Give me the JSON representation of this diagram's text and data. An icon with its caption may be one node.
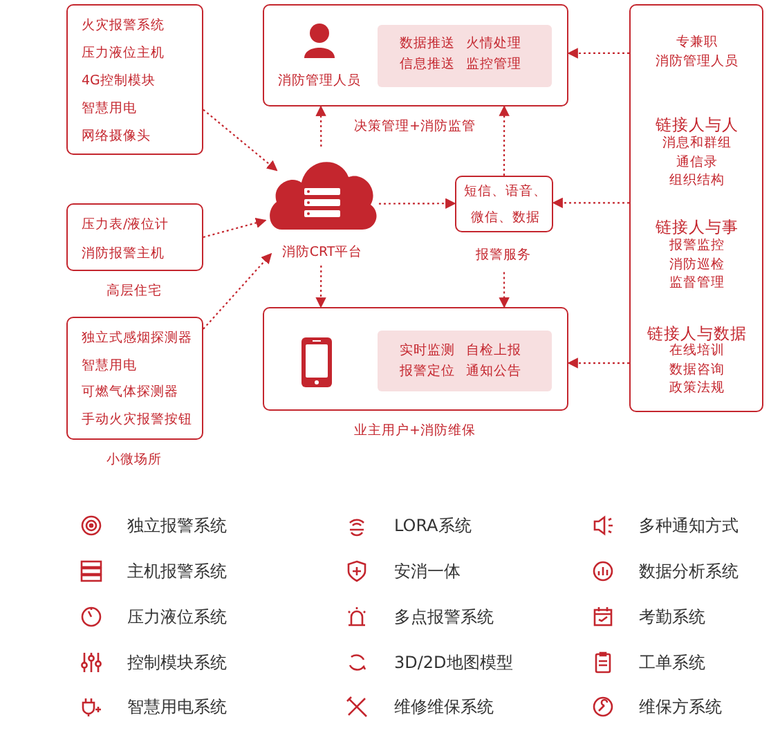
{
  "diagram": {
    "nodes": [
      {
        "text": [
          "火灾报警系统",
          "压力液位主机",
          "4G控制模块",
          "智慧用电",
          "网络摄像头"
        ]
      },
      {
        "text": [
          "压力表/液位计",
          "消防报警主机"
        ],
        "beside": [
          "高层住宅"
        ]
      },
      {
        "text": [
          "独立式感烟探测器",
          "智慧用电",
          "可燃气体探测器",
          "手动火灾报警按钮"
        ],
        "beside": [
          "小微场所"
        ]
      },
      {
        "text": [
          "消防CRT平台"
        ]
      },
      {
        "text": [
          "消防管理人员"
        ],
        "beside": [
          "决策管理+消防监管"
        ]
      },
      {
        "text": [
          "数据推送",
          "火情处理",
          "信息推送",
          "监控管理"
        ],
        "in": 4
      },
      {
        "text": [
          "短信、语音、",
          "微信、数据"
        ],
        "beside": [
          "报警服务"
        ]
      },
      {
        "text": [],
        "shape": "box",
        "beside": [
          "业主用户+消防维保"
        ]
      },
      {
        "text": [
          "实时监测",
          "自检上报",
          "报警定位",
          "通知公告"
        ],
        "in": 7
      },
      {
        "text": [
          "专兼职",
          "消防管理人员",
          "链接人与人",
          "消息和群组",
          "通信录",
          "组织结构",
          "链接人与事",
          "报警监控",
          "消防巡检",
          "监督管理",
          "链接人与数据",
          "在线培训",
          "数据咨询",
          "政策法规"
        ]
      }
    ],
    "edges": [
      {
        "from": 0,
        "to": 3,
        "arrow": "to"
      },
      {
        "from": 1,
        "to": 3,
        "arrow": "to"
      },
      {
        "from": 2,
        "to": 3,
        "arrow": "to"
      },
      {
        "from": 3,
        "to": 4,
        "arrow": "to"
      },
      {
        "from": 6,
        "to": 4,
        "arrow": "to"
      },
      {
        "from": 3,
        "to": 6,
        "arrow": "to"
      },
      {
        "from": 3,
        "to": 7,
        "arrow": "to"
      },
      {
        "from": 6,
        "to": 7,
        "arrow": "to"
      },
      {
        "from": 9,
        "to": 4,
        "arrow": "to"
      },
      {
        "from": 9,
        "to": 6,
        "arrow": "to"
      },
      {
        "from": 9,
        "to": 7,
        "arrow": "to"
      }
    ],
    "labels": [
      "独立报警系统",
      "LORA系统",
      "多种通知方式",
      "主机报警系统",
      "安消一体",
      "数据分析系统",
      "压力液位系统",
      "多点报警系统",
      "考勤系统",
      "控制模块系统",
      "3D/2D地图模型",
      "工单系统",
      "智慧用电系统",
      "维修维保系统",
      "维保方系统"
    ]
  }
}
